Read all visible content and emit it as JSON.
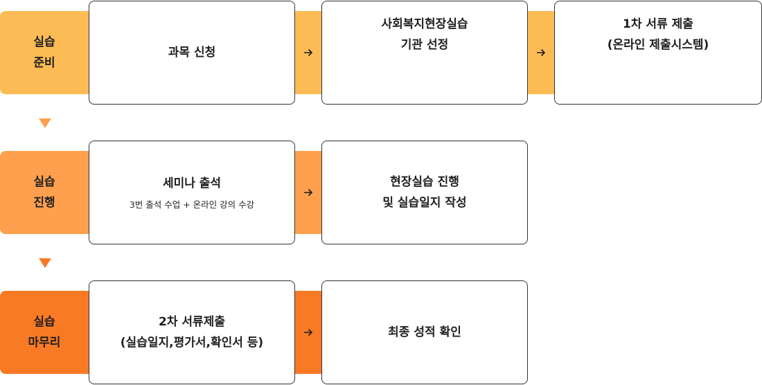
{
  "colors": {
    "stage1": "#FDBB55",
    "stage2": "#FFA04F",
    "stage3": "#F97A24",
    "card_border": "#333333"
  },
  "stages": [
    {
      "label": "실습\n준비",
      "steps": [
        {
          "title": "과목 신청"
        },
        {
          "title": "사회복지현장실습\n기관 선정"
        },
        {
          "title": "1차 서류 제출\n(온라인 제출시스템)"
        }
      ]
    },
    {
      "label": "실습\n진행",
      "steps": [
        {
          "title": "세미나 출석",
          "subtitle": "3번 출석 수업 + 온라인 강의 수강"
        },
        {
          "title": "현장실습 진행\n및 실습일지 작성"
        }
      ]
    },
    {
      "label": "실습\n마무리",
      "steps": [
        {
          "title": "2차 서류제출\n(실습일지,평가서,확인서 등)"
        },
        {
          "title": "최종 성적 확인"
        }
      ]
    }
  ],
  "icons": {
    "step_arrow": "arrow-right-icon",
    "stage_arrow": "triangle-down-icon"
  }
}
